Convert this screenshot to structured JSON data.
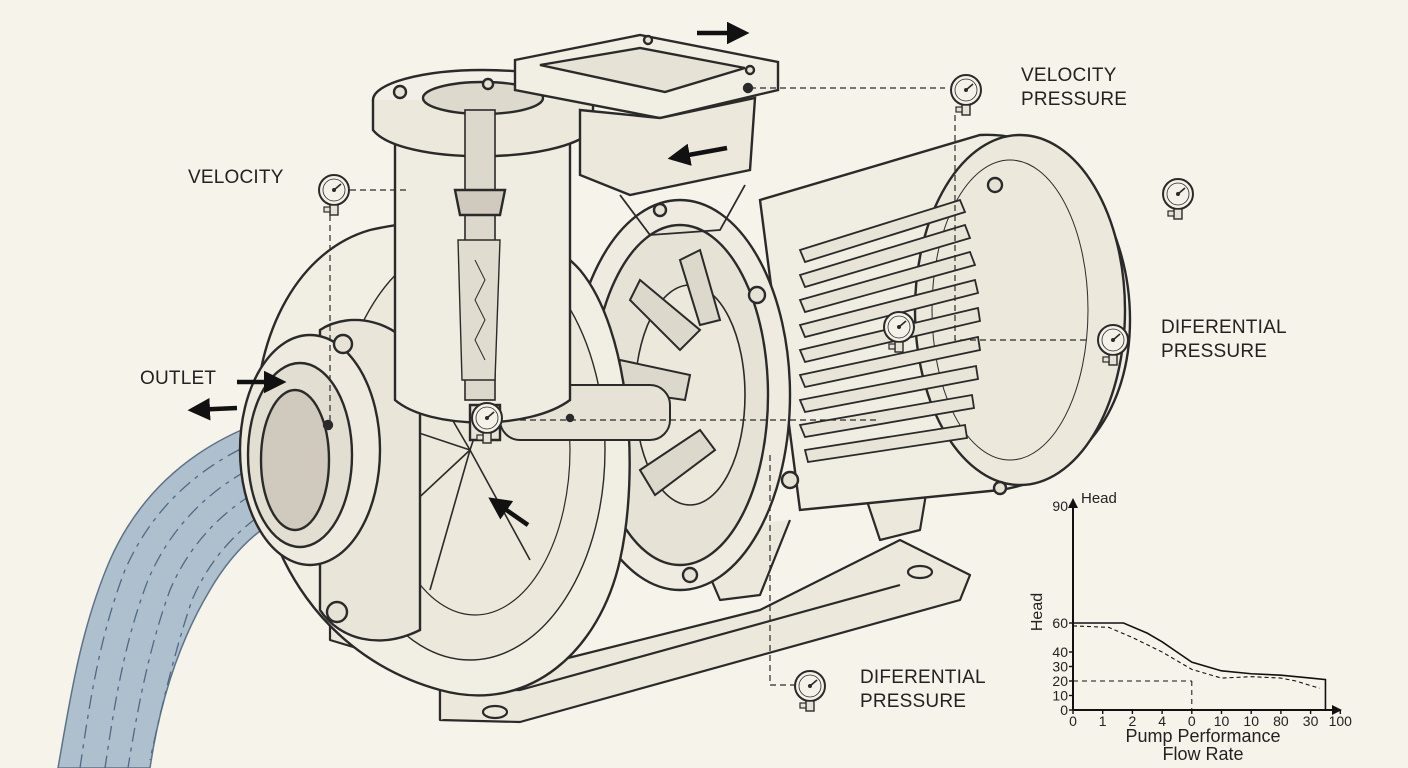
{
  "labels": {
    "velocity_pressure_top": [
      "VELOCITY",
      "PRESSURE"
    ],
    "velocity_left": "VELOCITY",
    "outlet": "OUTLET",
    "differential_pressure_right": [
      "DIFERENTIAL",
      "PRESSURE"
    ],
    "differential_pressure_bottom": [
      "DIFERENTIAL",
      "PRESSURE"
    ]
  },
  "colors": {
    "background": "#f6f3ea",
    "ink": "#2a2a2a",
    "water": "#8fa8c0"
  },
  "icons": [
    "pressure-gauge-icon",
    "flow-arrow-icon"
  ],
  "chart_data": {
    "type": "line",
    "title": "Pump Performance",
    "xlabel": "Flow Rate",
    "ylabel": "Head",
    "y_axis_title_top": "Head",
    "x_tick_labels": [
      "0",
      "1",
      "2",
      "4",
      "0",
      "10",
      "10",
      "80",
      "30",
      "100"
    ],
    "y_tick_labels": [
      "0",
      "10",
      "20",
      "30",
      "40",
      "60",
      "90"
    ],
    "ylim": [
      0,
      90
    ],
    "series": [
      {
        "style": "solid",
        "x_index": [
          0,
          1.7,
          2.5,
          3,
          3.5,
          4,
          5,
          6,
          7,
          8,
          8.5,
          8.5
        ],
        "y": [
          60,
          60,
          53,
          47,
          40,
          33,
          27,
          25,
          24,
          22,
          21,
          0
        ]
      },
      {
        "style": "dashed",
        "x_index": [
          0,
          1.2,
          2,
          3,
          4,
          5,
          6,
          7,
          7.5,
          8.3
        ],
        "y": [
          58,
          57,
          50,
          40,
          28,
          22,
          23,
          22,
          20,
          15
        ]
      }
    ],
    "reference_lines": {
      "horizontal_at_head": 20,
      "vertical_at_tick_index": 4
    }
  }
}
